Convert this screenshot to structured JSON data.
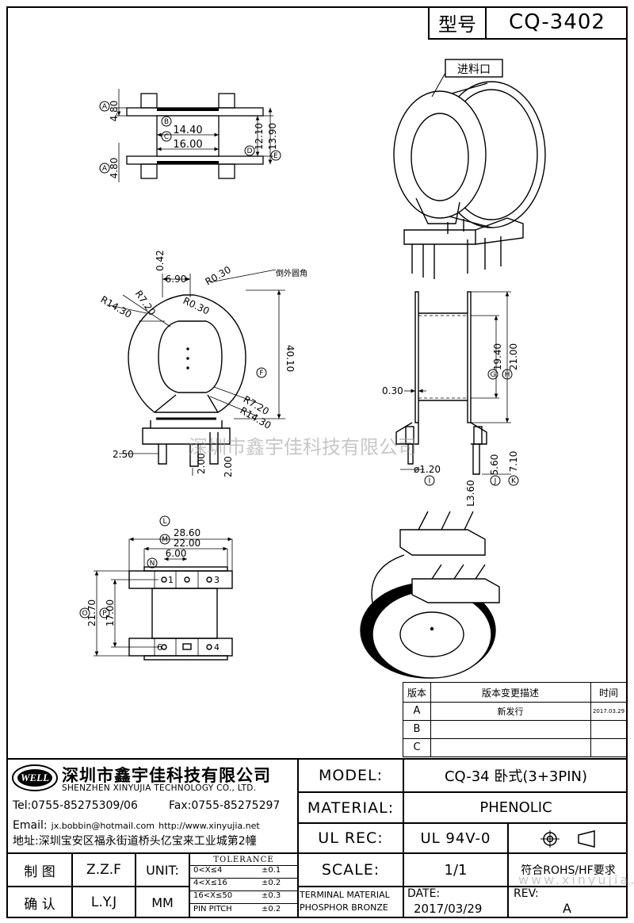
{
  "header": {
    "model_label": "型号",
    "model_value": "CQ-3402"
  },
  "callouts": {
    "inlet": "进料口",
    "outer_chamfer": "倒外圆角"
  },
  "top_view": {
    "dims": {
      "a": "4.80",
      "a2": "4.80",
      "b": "14.40",
      "c": "16.00",
      "d": "12.10",
      "e": "13.90"
    },
    "refs": {
      "a": "A",
      "a2": "A",
      "b": "B",
      "c": "C",
      "d": "D",
      "e": "E"
    }
  },
  "front_view": {
    "dims": {
      "r720_top": "R7.20",
      "r1430_top": "R14.30",
      "r030_left": "R0.30",
      "w690": "6.90",
      "r030_top": "R0.30",
      "t042": "0.42",
      "h4010": "40.10",
      "r720_bot": "R7.20",
      "r1430_bot": "R14.30",
      "p250": "2.50",
      "p200a": "2.00",
      "p200b": "2.00"
    },
    "refs": {
      "f": "F"
    }
  },
  "side_view": {
    "dims": {
      "d1940": "19.40",
      "d2100": "21.00",
      "w030": "0.30",
      "dia120": "ø1.20",
      "l360": "L3.60",
      "d560": "5.60",
      "d710": "7.10"
    },
    "refs": {
      "g": "G",
      "h": "H",
      "i": "I",
      "j": "J",
      "k": "K"
    }
  },
  "bottom_view": {
    "dims": {
      "w2860": "28.60",
      "w2200": "22.00",
      "w600": "6.00",
      "h2170": "21.70",
      "h1700": "17.00"
    },
    "refs": {
      "l": "L",
      "m": "M",
      "n": "N",
      "o": "O",
      "p": "P"
    },
    "pins": {
      "p1": "1",
      "p3": "3",
      "p4": "4",
      "p6": "6"
    }
  },
  "watermark": {
    "center": "深圳市鑫宇佳科技有限公司",
    "bottom": "www.xinyujia.net"
  },
  "revision_table": {
    "headers": {
      "rev": "版本",
      "desc": "版本变更描述",
      "time": "时间"
    },
    "rows": [
      {
        "rev": "A",
        "desc": "新发行",
        "time": "2017.03.29"
      },
      {
        "rev": "B",
        "desc": "",
        "time": ""
      },
      {
        "rev": "C",
        "desc": "",
        "time": ""
      }
    ]
  },
  "company": {
    "logo_text": "WELL",
    "name_cn": "深圳市鑫宇佳科技有限公司",
    "name_en": "SHENZHEN XINYUJIA TECHNOLOGY CO., LTD.",
    "tel": "Tel:0755-85275309/06",
    "fax": "Fax:0755-85275297",
    "email_label": "Email:",
    "email": "jx.bobbin@hotmail.com",
    "web": "http://www.xinyujia.net",
    "address": "地址:深圳宝安区福永街道桥头亿宝来工业城第2幢"
  },
  "title_block": {
    "model_label": "MODEL:",
    "model_value": "CQ-34 卧式(3+3PIN)",
    "material_label": "MATERIAL:",
    "material_value": "PHENOLIC",
    "ul_label": "UL REC:",
    "ul_value": "UL 94V-0",
    "scale_label": "SCALE:",
    "scale_value": "1/1",
    "rohs": "符合ROHS/HF要求",
    "terminal_label": "TERMINAL MATERIAL",
    "terminal_value": "PHOSPHOR BRONZE",
    "date_label": "DATE:",
    "date_value": "2017/03/29",
    "rev_label": "REV:",
    "rev_value": "A",
    "draw_label": "制 图",
    "draw_value": "Z.Z.F",
    "check_label": "确 认",
    "check_value": "L.Y.J",
    "unit_label": "UNIT:",
    "unit_value": "MM",
    "tol_title": "TOLERANCE",
    "tol_rows": [
      {
        "range": "0<X≤4",
        "val": "±0.1"
      },
      {
        "range": "4<X≤16",
        "val": "±0.2"
      },
      {
        "range": "16<X≤50",
        "val": "±0.3"
      },
      {
        "range": "PIN PITCH",
        "val": "±0.2"
      }
    ]
  }
}
